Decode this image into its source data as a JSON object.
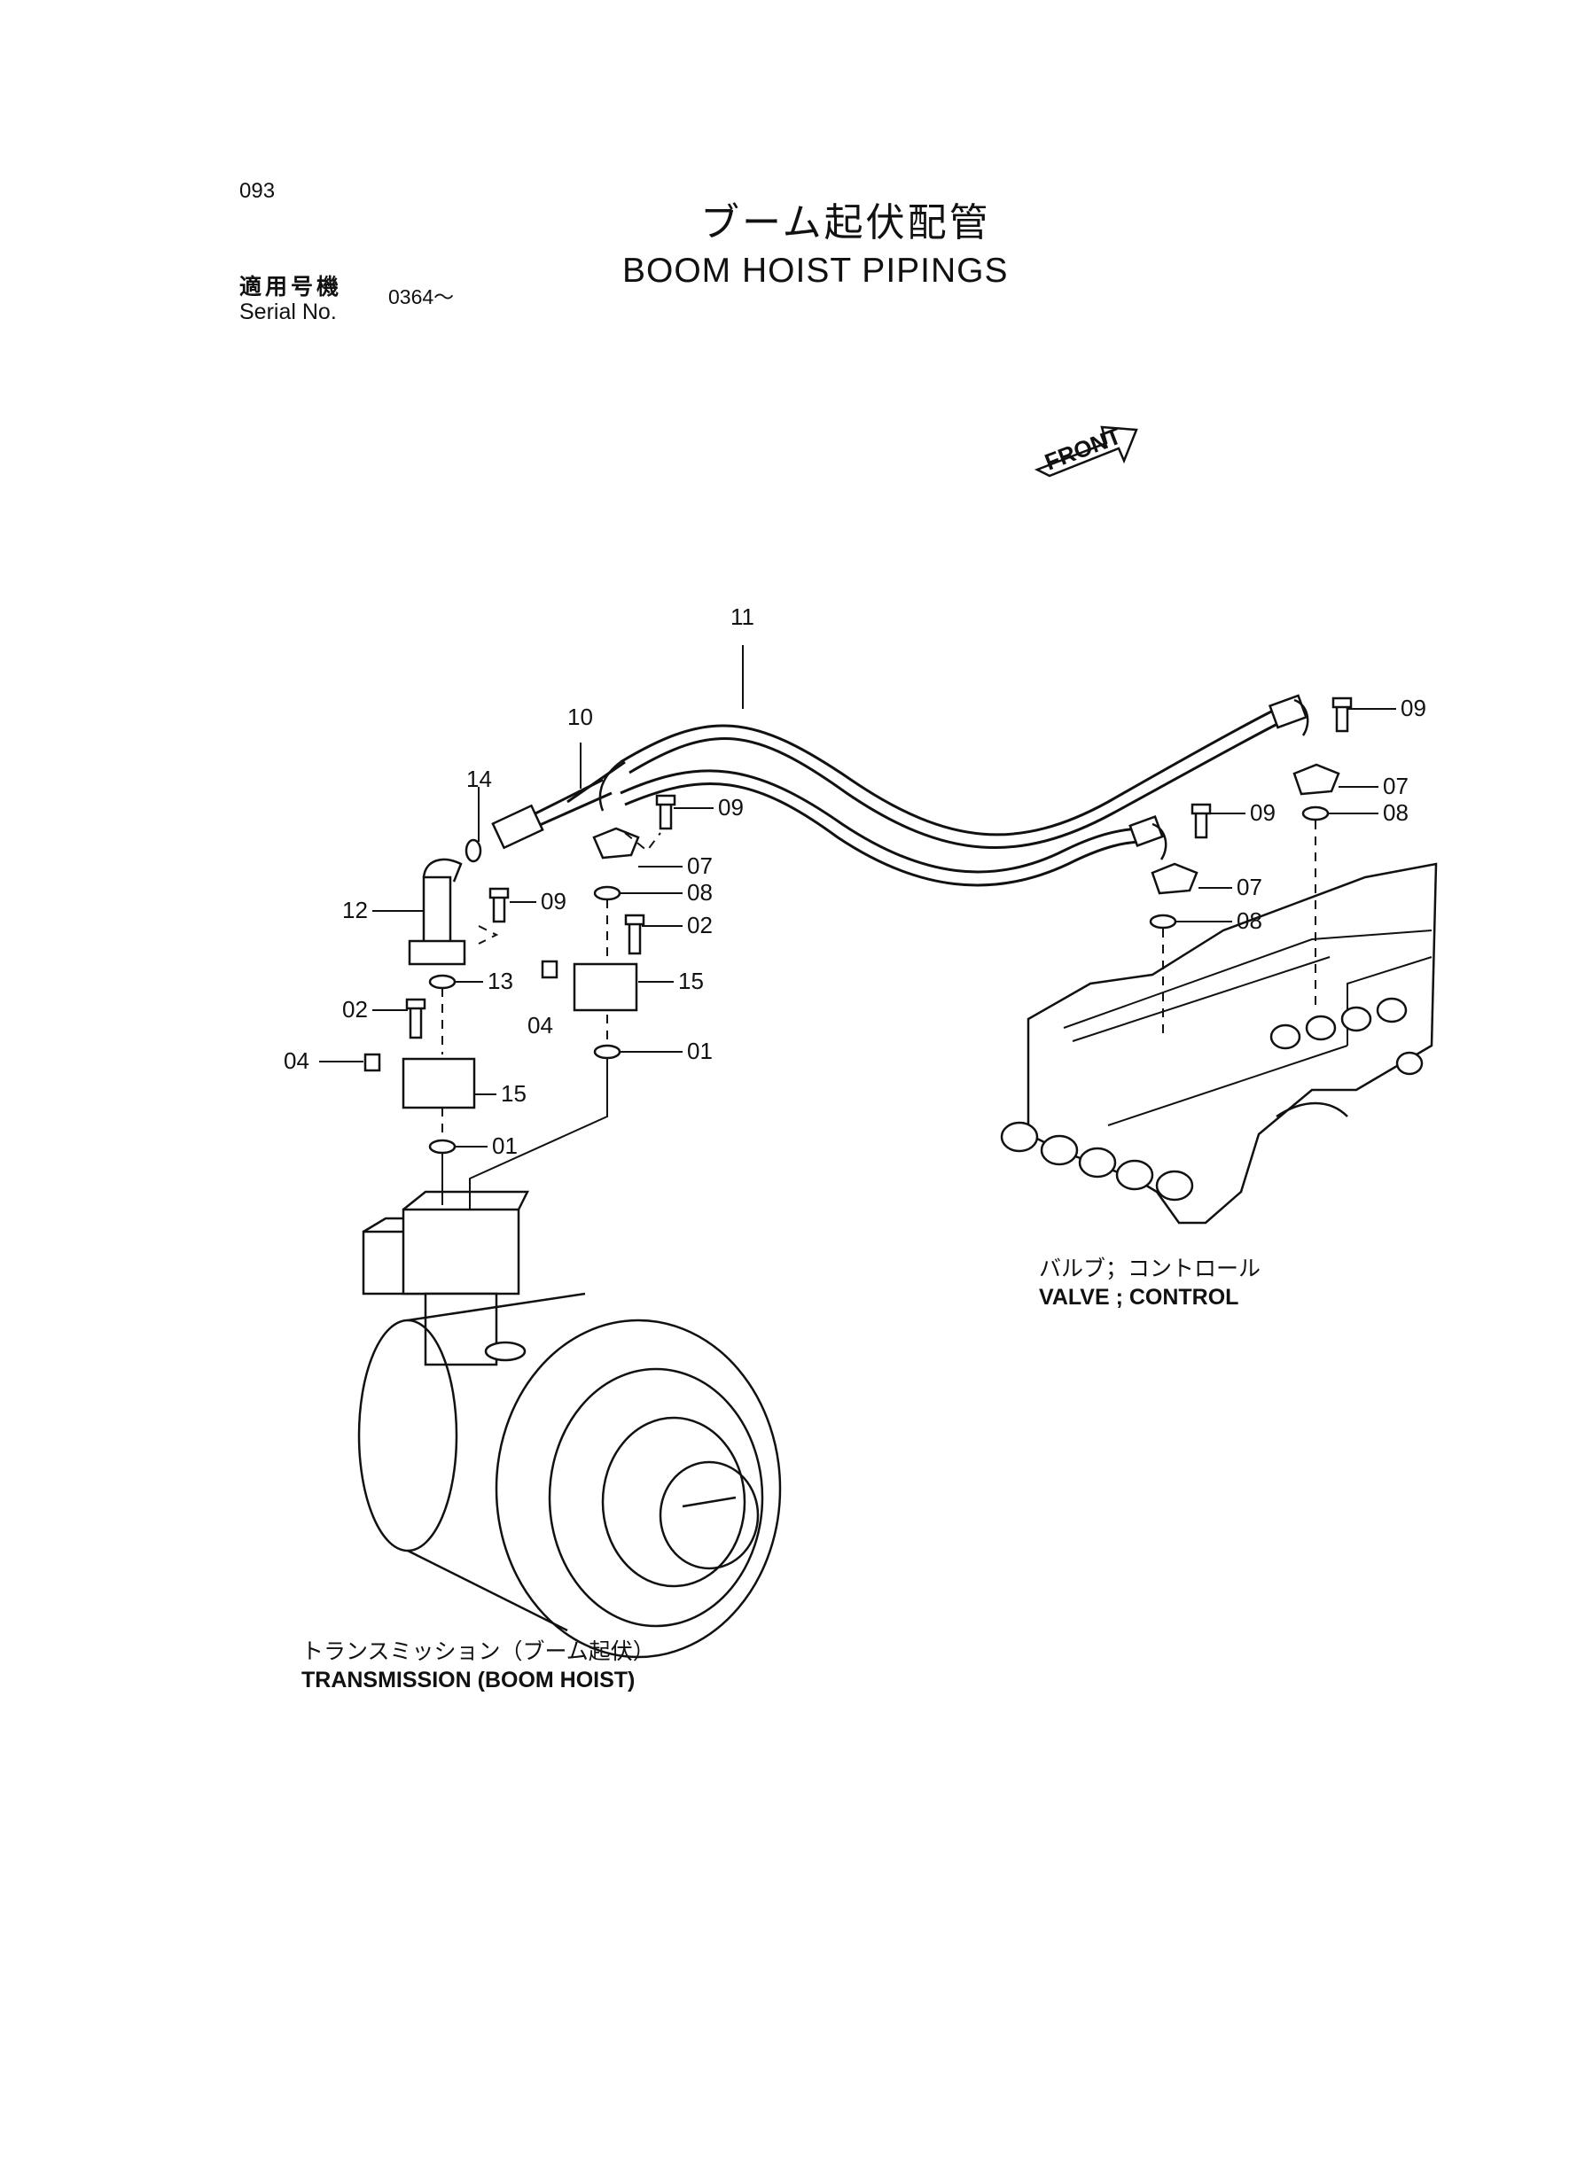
{
  "header": {
    "page_number": "093",
    "title_jp": "ブーム起伏配管",
    "title_en": "BOOM HOIST PIPINGS",
    "serial_label_jp": "適用号機",
    "serial_label_en": "Serial No.",
    "serial_value": "0364～"
  },
  "direction_marker": {
    "label": "FRONT"
  },
  "assemblies": {
    "valve_jp": "バルブ；コントロール",
    "valve_en": "VALVE ; CONTROL",
    "transmission_jp": "トランスミッション（ブーム起伏）",
    "transmission_en": "TRANSMISSION (BOOM HOIST)"
  },
  "callouts": {
    "c11": "11",
    "c10": "10",
    "c14": "14",
    "c12": "12",
    "c09a": "09",
    "c09b": "09",
    "c09c": "09",
    "c09d": "09",
    "c07a": "07",
    "c07b": "07",
    "c07c": "07",
    "c08a": "08",
    "c08b": "08",
    "c08c": "08",
    "c02a": "02",
    "c02b": "02",
    "c13": "13",
    "c04a": "04",
    "c04b": "04",
    "c15a": "15",
    "c15b": "15",
    "c01a": "01",
    "c01b": "01"
  }
}
